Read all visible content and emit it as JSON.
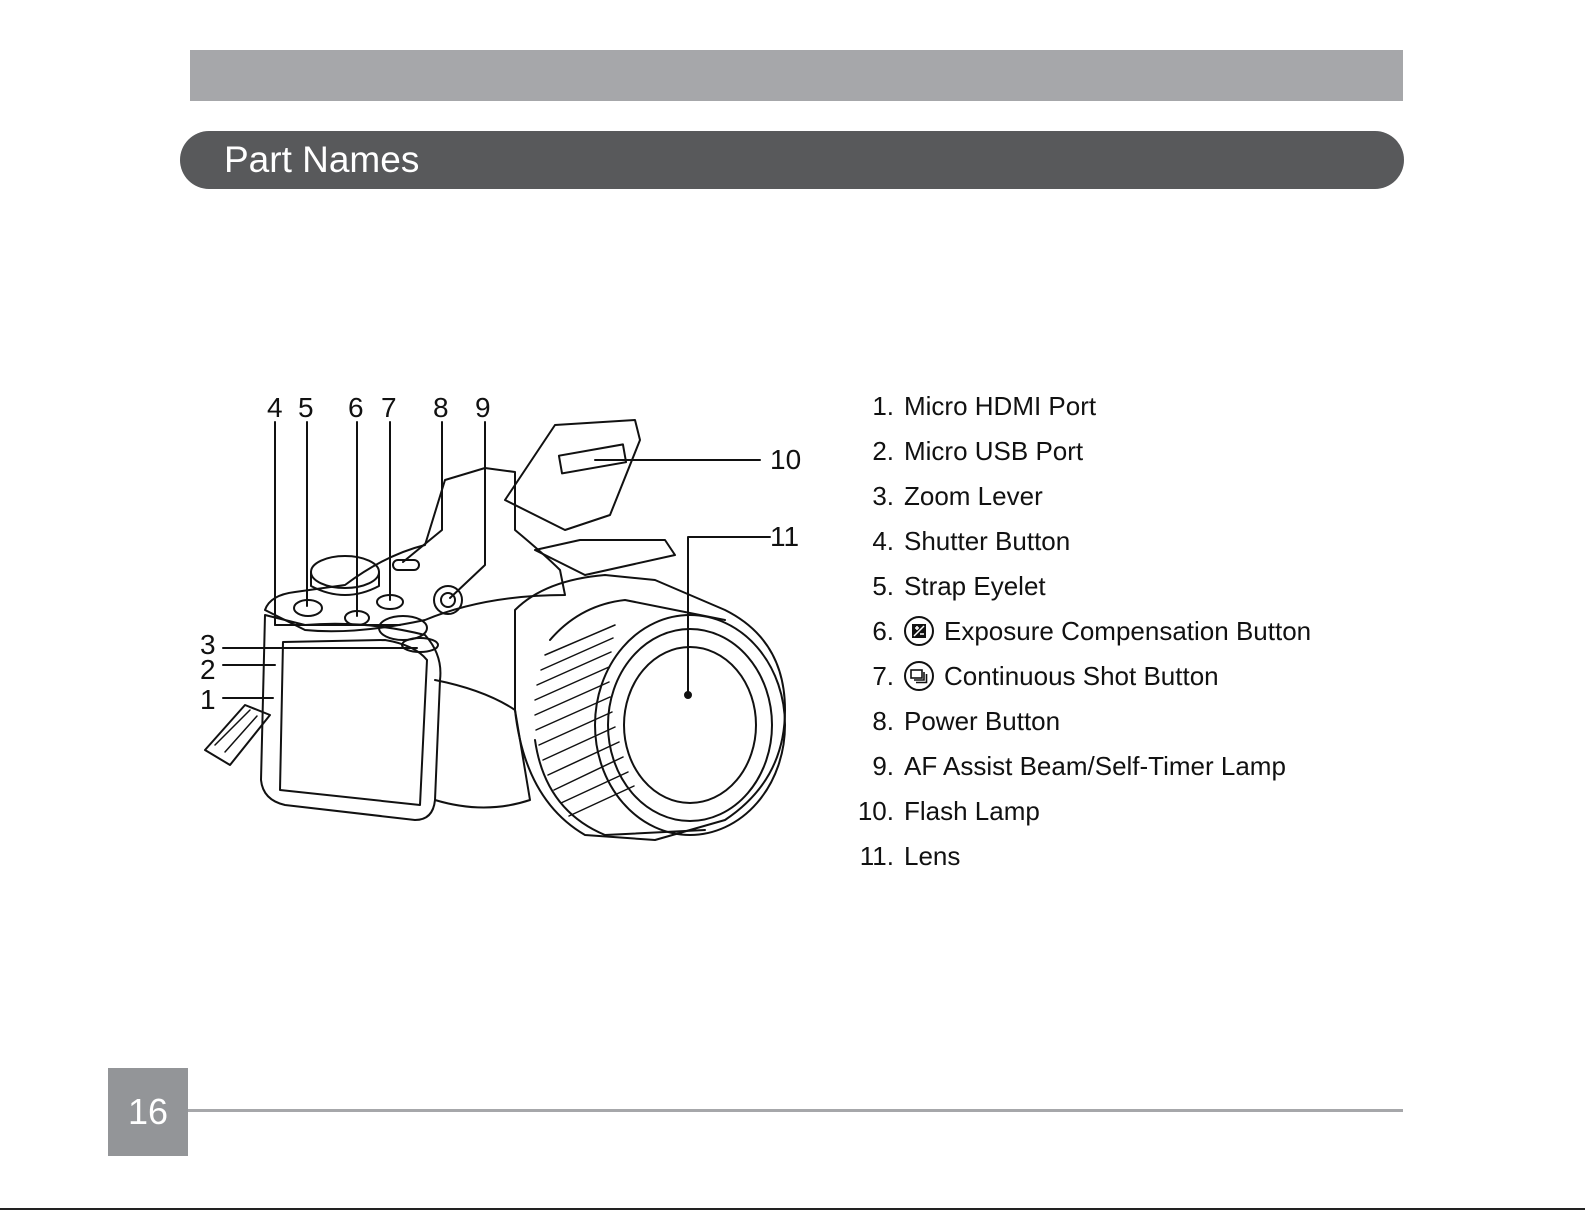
{
  "header": {
    "title": "Part Names"
  },
  "figure": {
    "callouts": [
      "1",
      "2",
      "3",
      "4",
      "5",
      "6",
      "7",
      "8",
      "9",
      "10",
      "11"
    ]
  },
  "parts": [
    {
      "num": "1.",
      "label": "Micro HDMI Port"
    },
    {
      "num": "2.",
      "label": "Micro USB Port"
    },
    {
      "num": "3.",
      "label": "Zoom Lever"
    },
    {
      "num": "4.",
      "label": "Shutter Button"
    },
    {
      "num": "5.",
      "label": "Strap Eyelet"
    },
    {
      "num": "6.",
      "label": "Exposure Compensation Button",
      "icon": "exposure-compensation-icon"
    },
    {
      "num": "7.",
      "label": "Continuous Shot Button",
      "icon": "continuous-shot-icon"
    },
    {
      "num": "8.",
      "label": "Power Button"
    },
    {
      "num": "9.",
      "label": "AF Assist Beam/Self-Timer Lamp"
    },
    {
      "num": "10.",
      "label": "Flash Lamp"
    },
    {
      "num": "11.",
      "label": "Lens"
    }
  ],
  "footer": {
    "page_number": "16"
  },
  "colors": {
    "top_bar": "#a6a7aa",
    "header_bg": "#58595b",
    "page_box": "#939598"
  }
}
